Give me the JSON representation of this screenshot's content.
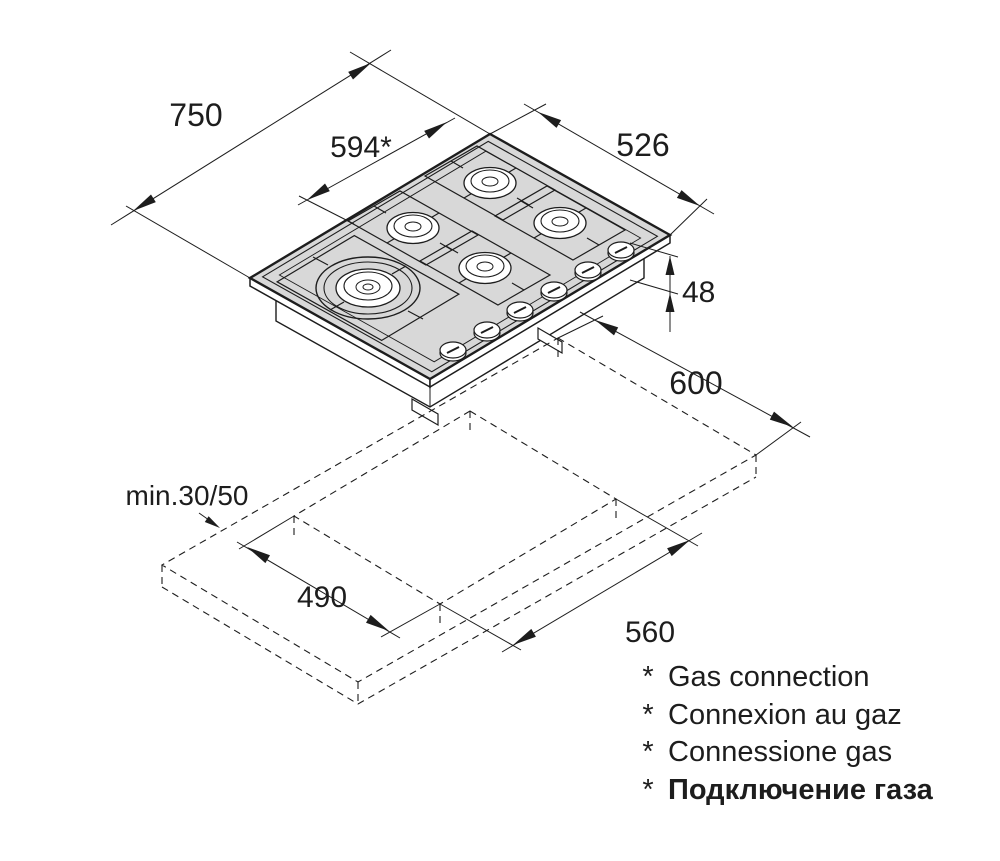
{
  "colors": {
    "surface": "#d8d8d8",
    "line": "#1d1d1d"
  },
  "dimensions": {
    "overall_width": "750",
    "gas_connection": "594*",
    "overall_depth": "526",
    "chassis_height": "48",
    "worktop_depth": "600",
    "min_edge_distance": "min.30/50",
    "cutout_depth": "490",
    "cutout_width": "560"
  },
  "footnotes": [
    {
      "mark": "*",
      "label": "Gas connection"
    },
    {
      "mark": "*",
      "label": "Connexion au gaz"
    },
    {
      "mark": "*",
      "label": "Connessione gas"
    },
    {
      "mark": "*",
      "label": "Подключение газа"
    }
  ]
}
